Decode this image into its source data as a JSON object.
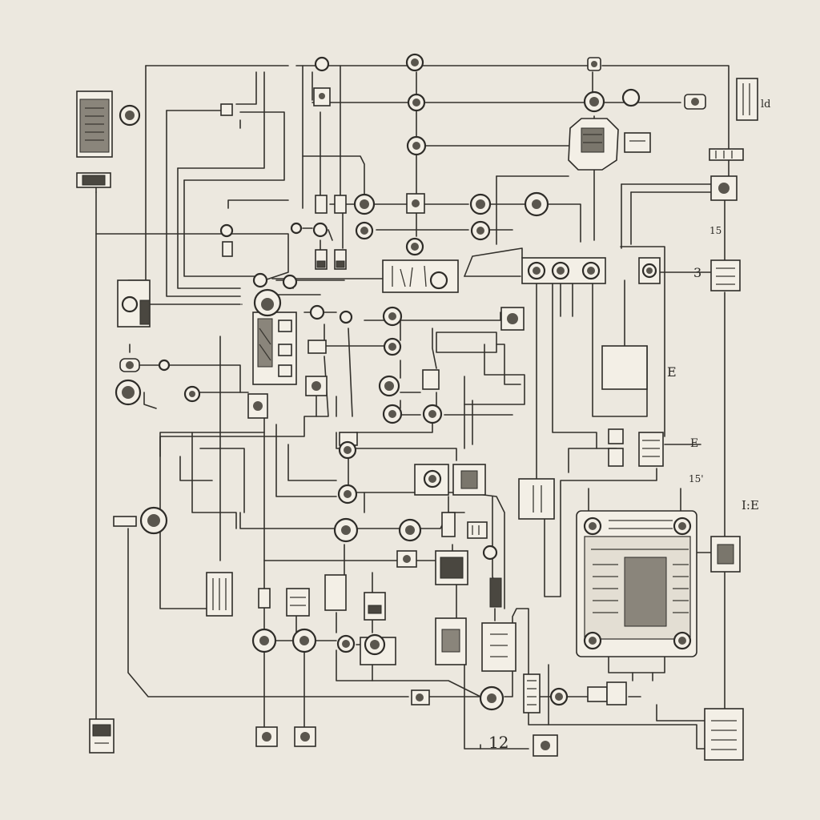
{
  "diagram": {
    "labels": {
      "l_12": "12",
      "l_3": "3",
      "l_E": "E",
      "l_IE": "I:E",
      "l_15": "15",
      "l_ld": "ld",
      "l_15p": "15'",
      "l_E2": "E"
    }
  },
  "colors": {
    "paper": "#ece8df",
    "ink": "#33312c"
  }
}
